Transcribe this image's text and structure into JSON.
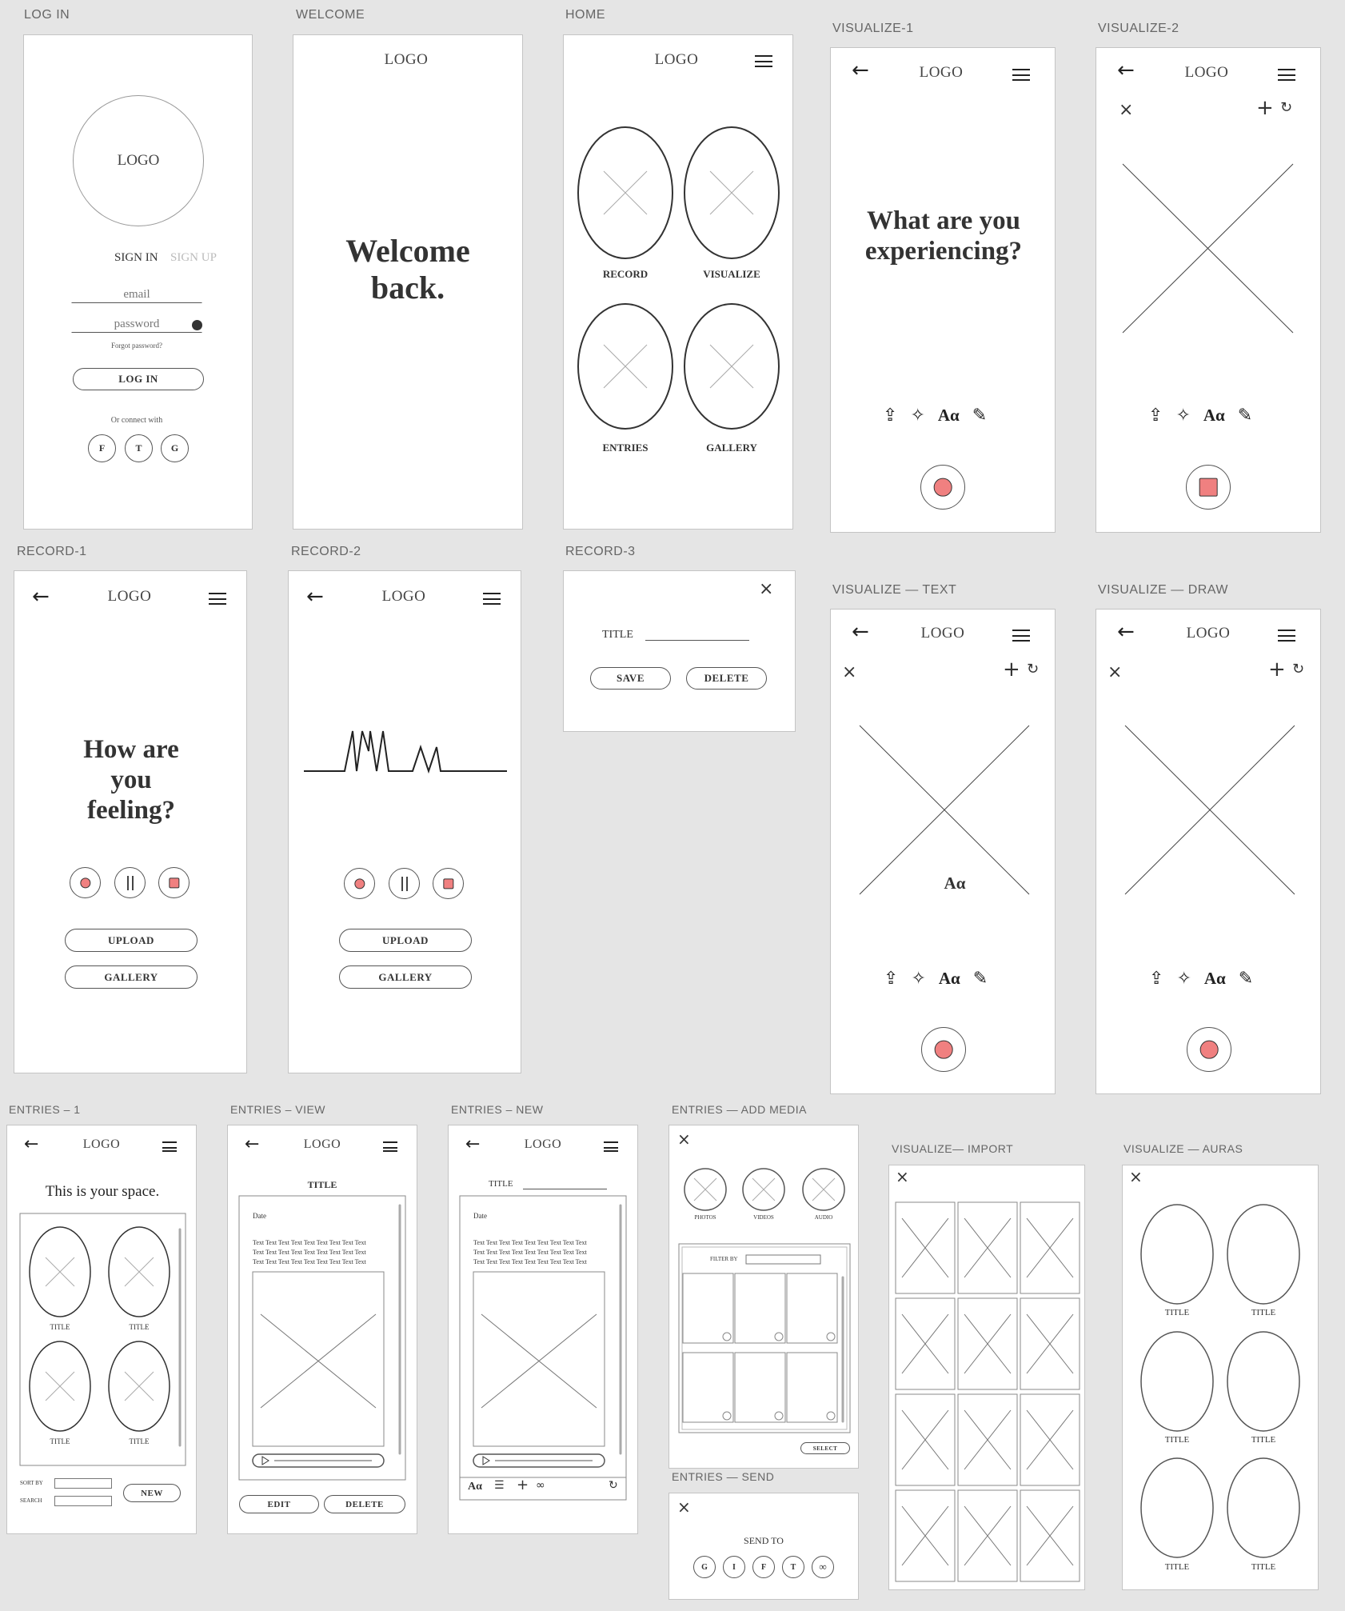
{
  "labels": {
    "login": "LOG IN",
    "welcome": "WELCOME",
    "home": "HOME",
    "vis1": "VISUALIZE-1",
    "vis2": "VISUALIZE-2",
    "rec1": "RECORD-1",
    "rec2": "RECORD-2",
    "rec3": "RECORD-3",
    "vistext": "VISUALIZE — TEXT",
    "visdraw": "VISUALIZE — DRAW",
    "ent1": "ENTRIES – 1",
    "entview": "ENTRIES – VIEW",
    "entnew": "ENTRIES – NEW",
    "entadd": "ENTRIES — ADD MEDIA",
    "entsend": "ENTRIES — SEND",
    "visimport": "VISUALIZE— IMPORT",
    "visauras": "VISUALIZE — AURAS"
  },
  "common": {
    "logo": "LOGO",
    "back": "←",
    "close": "×",
    "plus": "+",
    "redo": "↻",
    "aa": "Aα"
  },
  "login": {
    "logo": "LOGO",
    "sign_in": "SIGN IN",
    "sign_up": "SIGN UP",
    "email_placeholder": "email",
    "password_placeholder": "password",
    "forgot": "Forgot password?",
    "login_button": "LOG IN",
    "connect": "Or connect with",
    "social": [
      "F",
      "T",
      "G"
    ]
  },
  "welcome": {
    "line1": "Welcome",
    "line2": "back."
  },
  "home": {
    "tiles": [
      "RECORD",
      "VISUALIZE",
      "ENTRIES",
      "GALLERY"
    ]
  },
  "vis1": {
    "line1": "What are you",
    "line2": "experiencing?"
  },
  "rec1": {
    "line1": "How are you",
    "line2": "feeling?",
    "upload": "UPLOAD",
    "gallery": "GALLERY"
  },
  "rec2": {
    "upload": "UPLOAD",
    "gallery": "GALLERY"
  },
  "rec3": {
    "title_label": "TITLE",
    "save": "SAVE",
    "delete": "DELETE"
  },
  "vistext": {
    "center_text": "Aα"
  },
  "ent1": {
    "heading": "This is your space.",
    "tile_label": "TITLE",
    "sort_by": "SORT BY",
    "search": "SEARCH",
    "new": "NEW"
  },
  "entview": {
    "title": "TITLE",
    "date": "Date",
    "body": "Text Text Text Text Text Text Text Text Text",
    "edit": "EDIT",
    "delete": "DELETE"
  },
  "entnew": {
    "title_label": "TITLE",
    "date": "Date",
    "body": "Text Text Text Text Text Text Text Text Text"
  },
  "entadd": {
    "cats": [
      "PHOTOS",
      "VIDEOS",
      "AUDIO"
    ],
    "filter": "FILTER BY",
    "select": "SELECT"
  },
  "entsend": {
    "send_to": "SEND TO",
    "targets": [
      "G",
      "I",
      "F",
      "T",
      "∞"
    ]
  },
  "visauras": {
    "tile_label": "TITLE"
  },
  "colors": {
    "record_red": "#f08080",
    "background": "#e5e5e5",
    "frame": "#ffffff"
  }
}
